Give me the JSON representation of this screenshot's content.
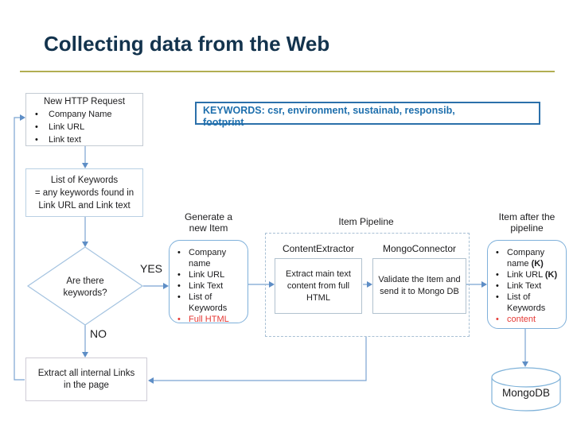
{
  "colors": {
    "title": "#13334d",
    "accent_rule": "#b2ae52",
    "connector": "#7ba4d2",
    "keywords_text": "#1e6fad",
    "highlight_text": "#e53935"
  },
  "slide": {
    "title": "Collecting data from the Web"
  },
  "keywords_note": {
    "line1": "KEYWORDS: csr, environment, sustainab, responsib,",
    "line2": "footprint"
  },
  "http_request_box": {
    "title": "New HTTP Request",
    "items": [
      "Company Name",
      "Link URL",
      "Link text"
    ]
  },
  "keywords_list_box": {
    "line1": "List of Keywords",
    "line2": "= any keywords found in",
    "line3": "Link URL and Link text"
  },
  "decision": {
    "line1": "Are there",
    "line2": "keywords?",
    "yes_label": "YES",
    "no_label": "NO"
  },
  "generate_item": {
    "label_line1": "Generate a",
    "label_line2": "new Item",
    "items": [
      "Company name",
      "Link URL",
      "Link Text",
      "List of Keywords"
    ],
    "highlight_item": "Full HTML"
  },
  "pipeline": {
    "label": "Item Pipeline",
    "stage1_name": "ContentExtractor",
    "stage1_text": "Extract main text content from full HTML",
    "stage2_name": "MongoConnector",
    "stage2_text": "Validate the Item and send it to Mongo DB"
  },
  "item_after": {
    "label_line1": "Item after the",
    "label_line2": "pipeline",
    "item1_text": "Company name ",
    "item1_bold": "(K)",
    "item2_text": "Link URL ",
    "item2_bold": "(K)",
    "item3": "Link Text",
    "item4": "List of Keywords",
    "highlight_item": "content"
  },
  "extract_links_box": {
    "line1": "Extract all internal Links",
    "line2": "in the page"
  },
  "database": {
    "label": "MongoDB"
  }
}
